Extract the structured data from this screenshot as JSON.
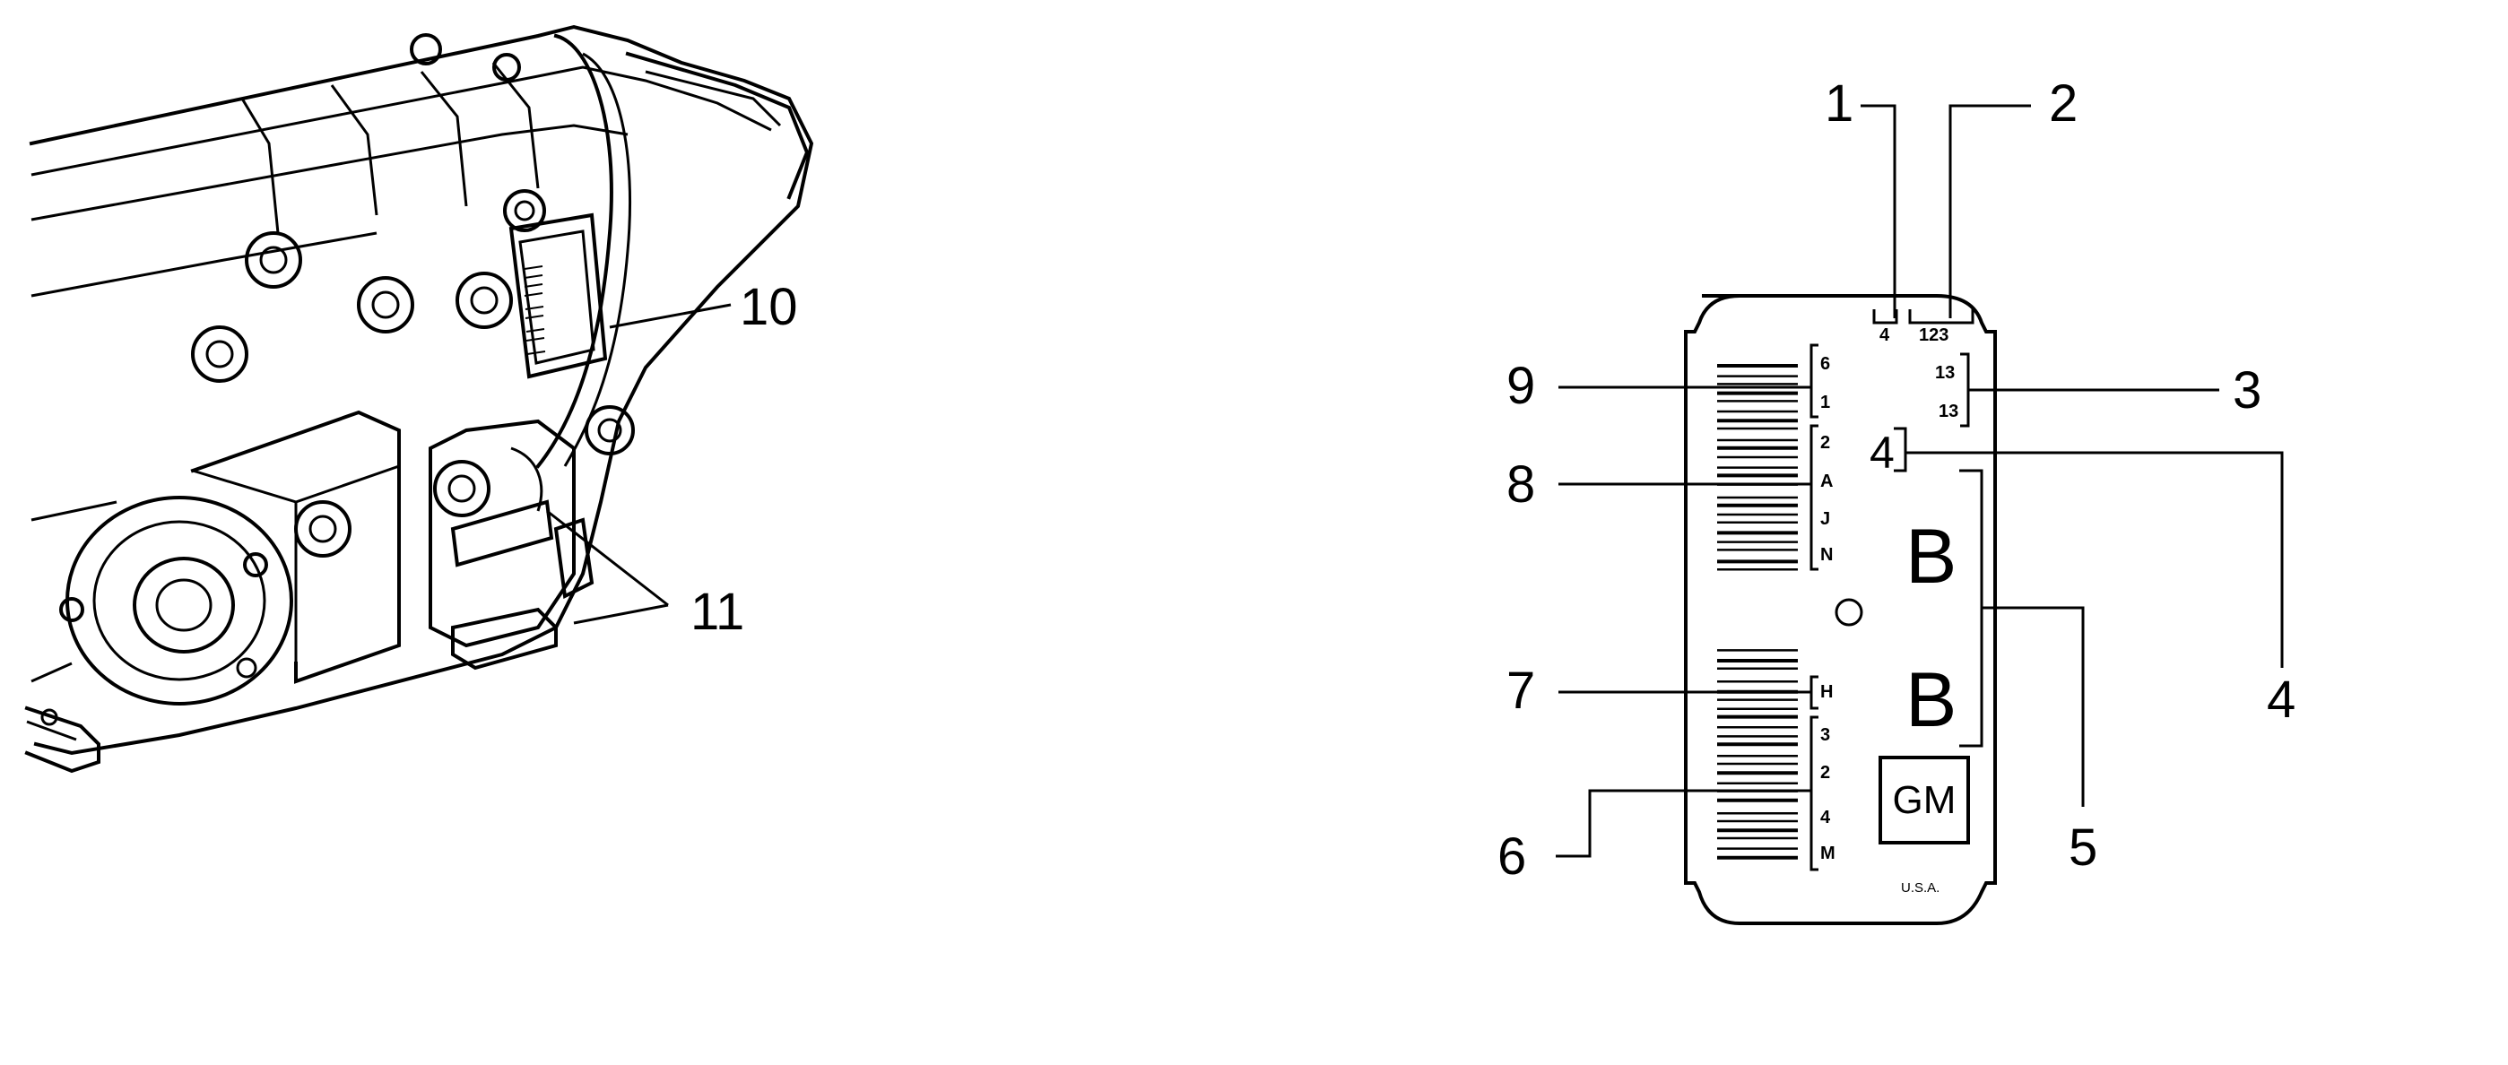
{
  "callouts": {
    "c1": "1",
    "c2": "2",
    "c3": "3",
    "c4": "4",
    "c5": "5",
    "c6": "6",
    "c7": "7",
    "c8": "8",
    "c9": "9",
    "c10": "10",
    "c11": "11"
  },
  "label": {
    "top_left": "4",
    "top_right": "123",
    "left_col": [
      "6",
      "1",
      "2",
      "A",
      "J",
      "N",
      "H",
      "3",
      "2",
      "4",
      "M"
    ],
    "right_col": [
      "13",
      "13"
    ],
    "mid_char": "4",
    "big_b_upper": "B",
    "big_b_lower": "B",
    "logo": "GM",
    "origin": "U.S.A."
  }
}
